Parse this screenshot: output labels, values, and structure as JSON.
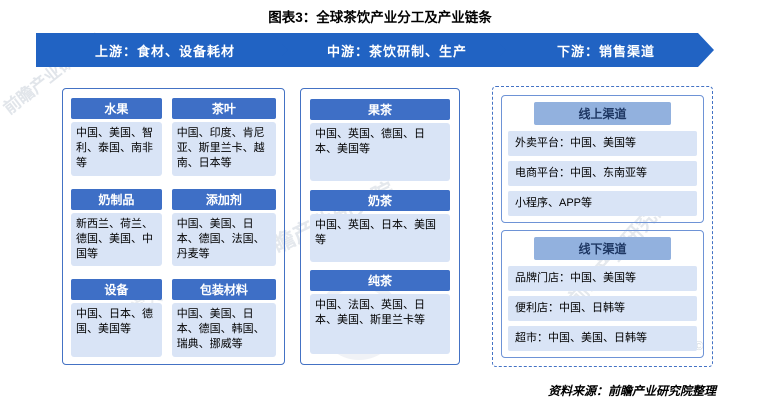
{
  "title": "图表3：全球茶饮产业分工及产业链条",
  "arrows": [
    {
      "label": "上游：食材、设备耗材"
    },
    {
      "label": "中游：茶饮研制、生产"
    },
    {
      "label": "下游：销售渠道"
    }
  ],
  "upstream": {
    "items": [
      {
        "header": "水果",
        "content": "中国、美国、智利、泰国、南非等"
      },
      {
        "header": "茶叶",
        "content": "中国、印度、肯尼亚、斯里兰卡、越南、日本等"
      },
      {
        "header": "奶制品",
        "content": "新西兰、荷兰、德国、美国、中国等"
      },
      {
        "header": "添加剂",
        "content": "中国、美国、日本、德国、法国、丹麦等"
      },
      {
        "header": "设备",
        "content": "中国、日本、德国、美国等"
      },
      {
        "header": "包装材料",
        "content": "中国、美国、日本、德国、韩国、瑞典、挪威等"
      }
    ]
  },
  "midstream": {
    "items": [
      {
        "header": "果茶",
        "content": "中国、英国、德国、日本、美国等"
      },
      {
        "header": "奶茶",
        "content": "中国、英国、日本、美国等"
      },
      {
        "header": "纯茶",
        "content": "中国、法国、英国、日本、美国、斯里兰卡等"
      }
    ]
  },
  "downstream": {
    "groups": [
      {
        "header": "线上渠道",
        "rows": [
          "外卖平台：中国、美国等",
          "电商平台：中国、东南亚等",
          "小程序、APP等"
        ]
      },
      {
        "header": "线下渠道",
        "rows": [
          "品牌门店：中国、美国等",
          "便利店：中国、日韩等",
          "超市：中国、美国、日韩等"
        ]
      }
    ]
  },
  "source": "资料来源：前瞻产业研究院整理",
  "watermarks": {
    "brand": "前瞻产业研究院",
    "brand2": "前瞻经济学人",
    "copyright": "©"
  },
  "colors": {
    "arrow_blue": "#2163C3",
    "header_blue": "#3E6FC6",
    "light_blue": "#D9E4F6",
    "border_blue": "#4472C4",
    "channel_header_blue": "#92B1DE"
  }
}
